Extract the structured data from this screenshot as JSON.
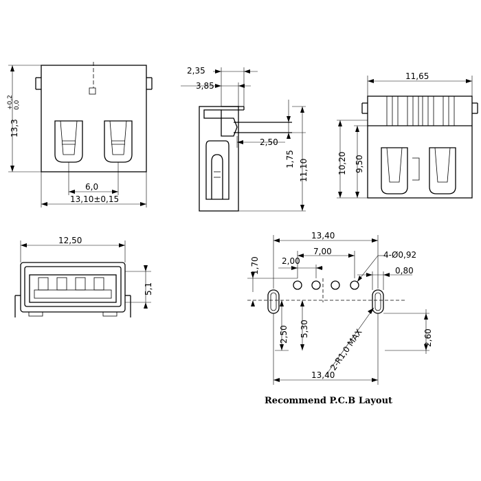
{
  "front_view": {
    "height_value": "13,3",
    "height_tol_upper": "+0,2",
    "height_tol_lower": "0,0",
    "pin_spacing": "6,0",
    "width": "13,10±0,15"
  },
  "side_view": {
    "dim_a": "2,35",
    "dim_b": "3,85",
    "dim_c": "2,50",
    "dim_d": "1,75",
    "dim_e": "11,10"
  },
  "rear_view": {
    "width": "11,65",
    "height_outer": "10,20",
    "height_inner": "9,50"
  },
  "top_view": {
    "width": "12,50",
    "height": "5,1"
  },
  "pcb_layout": {
    "caption": "Recommend P.C.B Layout",
    "overall_width_top": "13,40",
    "overall_width_bottom": "13,40",
    "pin_pitch": "2,00",
    "pin_span": "7,00",
    "hole_spec": "4-Ø0,92",
    "slot_width": "0,80",
    "offset_top": "1,70",
    "offset_a": "2,50",
    "offset_b": "5,30",
    "offset_right": "2,60",
    "radius_note": "2-R1,0 MAX"
  }
}
